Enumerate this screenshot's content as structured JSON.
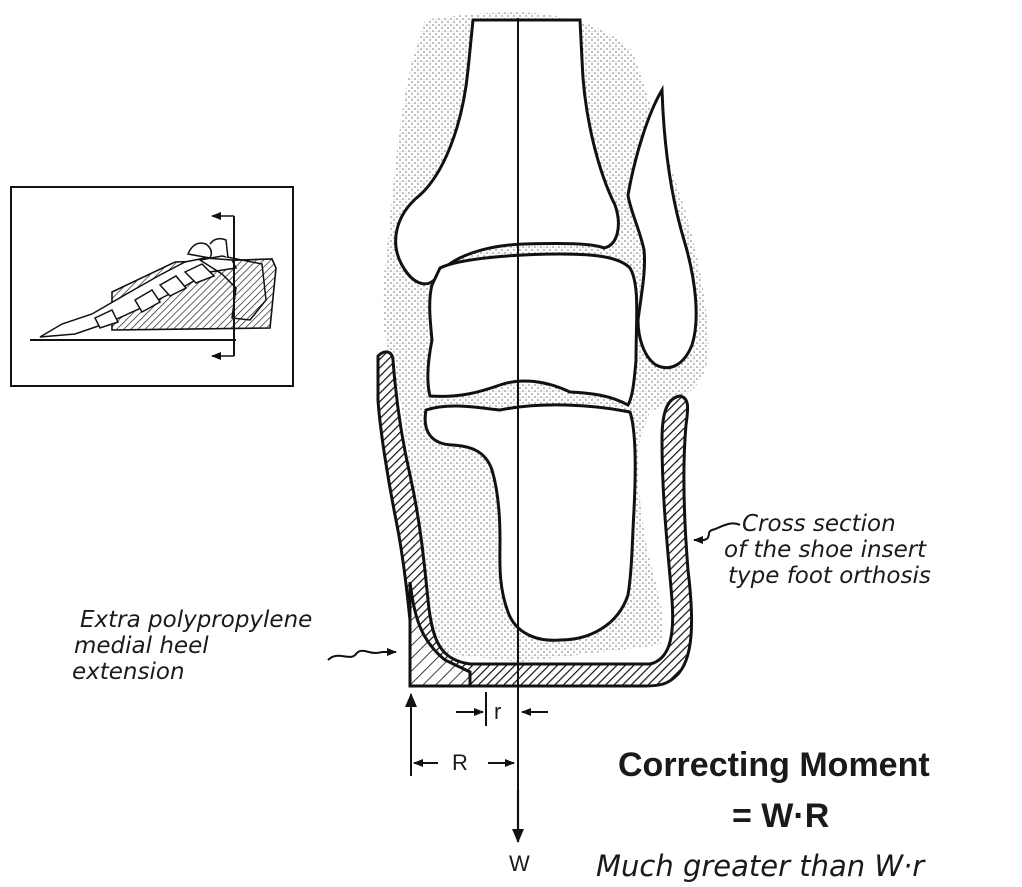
{
  "labels": {
    "cross_section_line1": "Cross section",
    "cross_section_line2": "of the shoe insert",
    "cross_section_line3": "type foot orthosis",
    "extension_line1": "Extra polypropylene",
    "extension_line2": "medial heel",
    "extension_line3": "extension",
    "moment_title": "Correcting Moment",
    "moment_formula": "= W·R",
    "moment_compare": "Much greater than W·r",
    "dim_R": "R",
    "dim_r": "r",
    "force_W": "W"
  },
  "colors": {
    "ink": "#1a1a1a",
    "soft_tissue_stipple": "#9a9a9a",
    "background": "#ffffff"
  }
}
